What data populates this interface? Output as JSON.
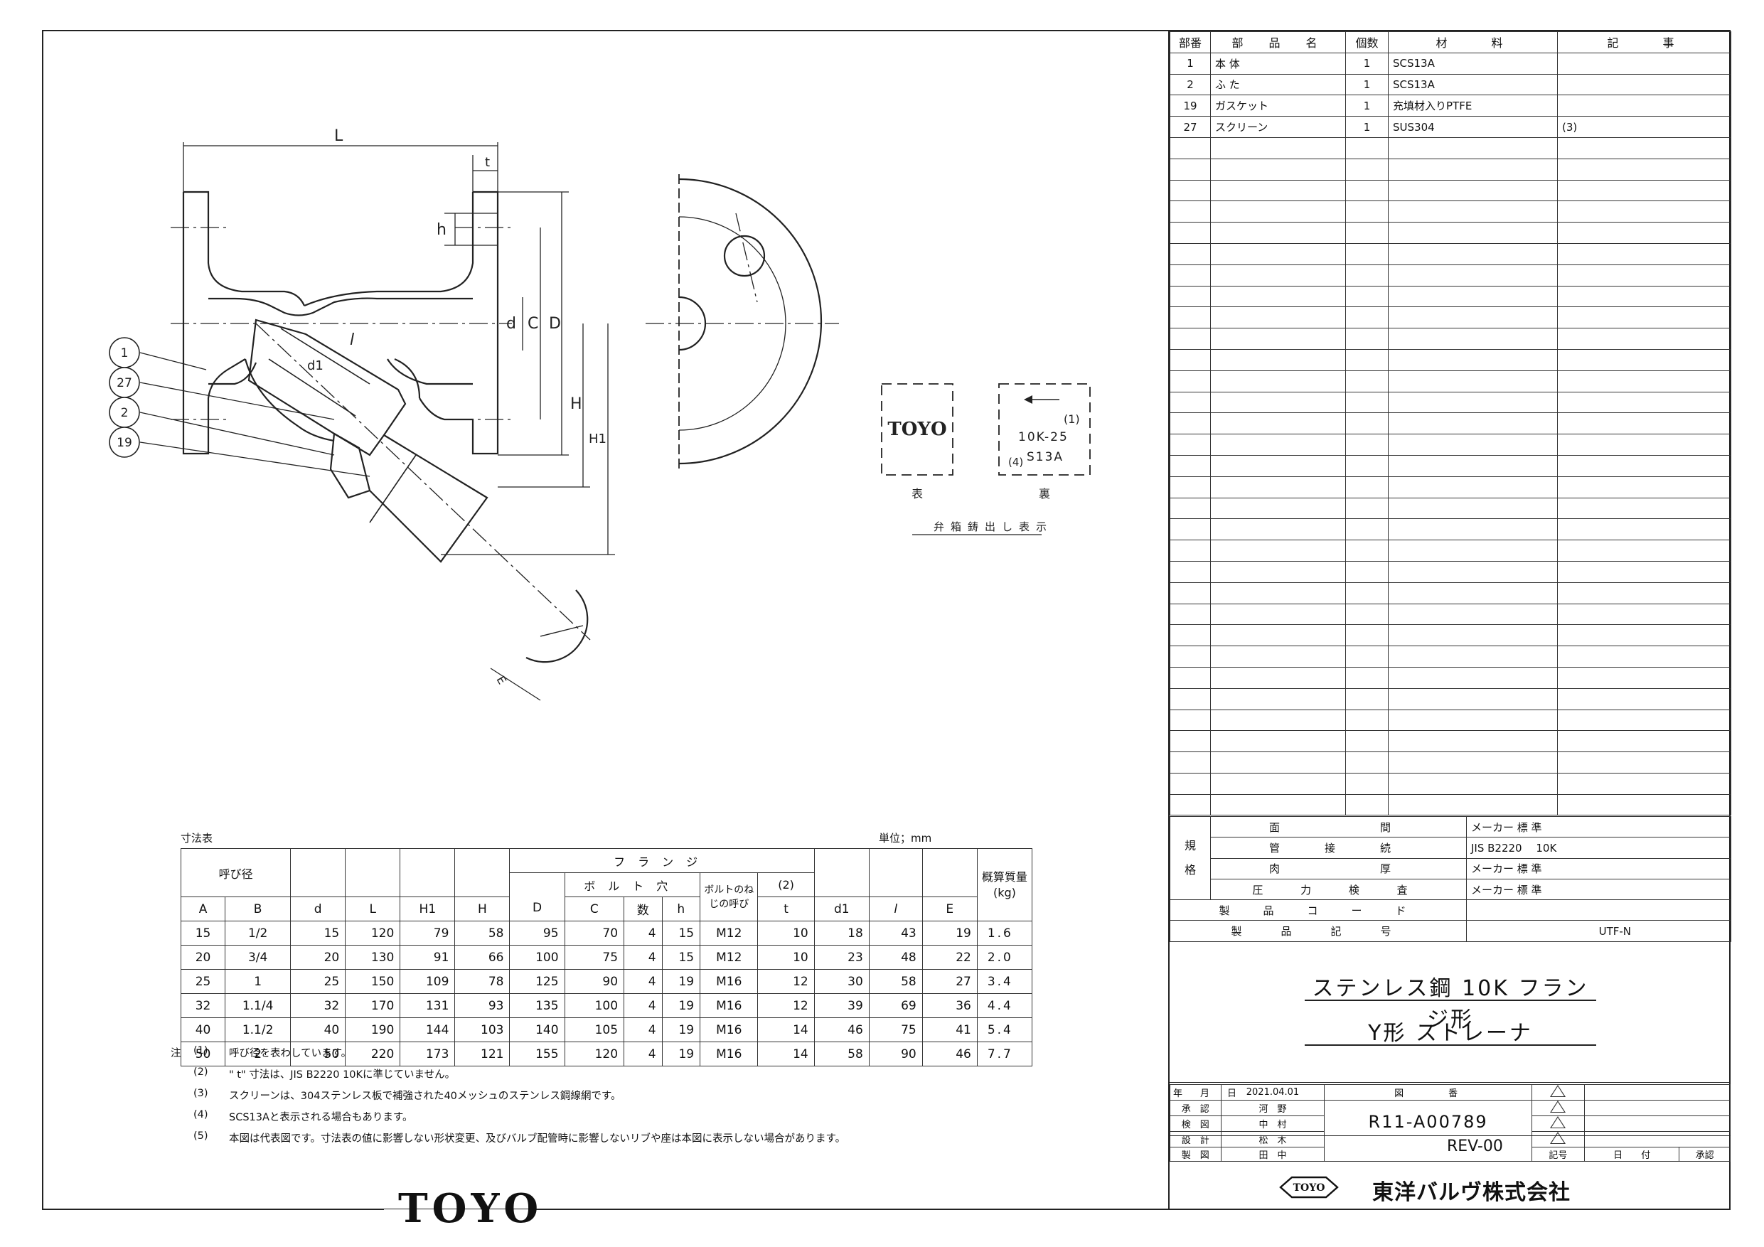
{
  "parts_list": {
    "headers": [
      "部番",
      "部　品　名",
      "個数",
      "材　　料",
      "記　　事"
    ],
    "rows": [
      {
        "no": "1",
        "name": "本 体",
        "qty": "1",
        "material": "SCS13A",
        "note": ""
      },
      {
        "no": "2",
        "name": "ふ た",
        "qty": "1",
        "material": "SCS13A",
        "note": ""
      },
      {
        "no": "19",
        "name": "ガスケット",
        "qty": "1",
        "material": "充填材入りPTFE",
        "note": ""
      },
      {
        "no": "27",
        "name": "スクリーン",
        "qty": "1",
        "material": "SUS304",
        "note": "(3)"
      }
    ],
    "empty_rows": 32
  },
  "spec": {
    "group_label": "規格",
    "rows": [
      {
        "label": "面　　　間",
        "value": "メーカー 標 準"
      },
      {
        "label": "管　接　続",
        "value": "JIS B2220　 10K"
      },
      {
        "label": "肉　　　厚",
        "value": "メーカー 標 準"
      },
      {
        "label": "圧 力 検 査",
        "value": "メーカー 標 準"
      }
    ],
    "product_code_label": "製　品　コ　ー　ド",
    "product_code": "",
    "product_symbol_label": "製　品　記　号",
    "product_symbol": "UTF-N"
  },
  "title": {
    "line1": "ステンレス鋼 10K フランジ形",
    "line2": "Y形 ストレーナ"
  },
  "title_block": {
    "date_label": "年　月　日",
    "date": "2021.04.01",
    "drawing_no_label": "図　　　番",
    "drawing_no": "R11-A00789",
    "revision": "REV-00",
    "roles": [
      {
        "role": "承　認",
        "name": "河　野"
      },
      {
        "role": "検　図",
        "name": "中　村"
      },
      {
        "role": "設　計",
        "name": "松　木"
      },
      {
        "role": "製　図",
        "name": "田　中"
      }
    ],
    "rev_headers": [
      "記号",
      "日　　付",
      "承認"
    ],
    "company": "東洋バルヴ株式会社",
    "logo_small": "TOYO"
  },
  "drawing": {
    "dim_labels": [
      "L",
      "t",
      "h",
      "d",
      "C",
      "D",
      "H",
      "H1",
      "d1",
      "l",
      "E"
    ],
    "balloons": [
      "1",
      "27",
      "2",
      "19"
    ],
    "marking": {
      "front_text": "TOYO",
      "front_label": "表",
      "back_arrow_note": "(1)",
      "back_line1": "10K-25",
      "back_line2": "S13A",
      "back_note": "(4)",
      "back_label": "裏",
      "caption": "弁箱鋳出し表示"
    }
  },
  "dim_table": {
    "title": "寸法表",
    "unit": "単位；mm",
    "h_nominal": "呼び径",
    "h_flange": "フランジ",
    "h_bolt_hole": "ボルト穴",
    "h_bolt_thread": "ボルトのねじの呼び",
    "h_t_note": "(2)",
    "h_weight": "概算質量(kg)",
    "cols": [
      "A",
      "B",
      "d",
      "L",
      "H1",
      "H",
      "D",
      "C",
      "数",
      "h",
      "",
      "t",
      "d1",
      "l",
      "E"
    ],
    "rows": [
      [
        "15",
        "1/2",
        "15",
        "120",
        "79",
        "58",
        "95",
        "70",
        "4",
        "15",
        "M12",
        "10",
        "18",
        "43",
        "19",
        "1.6"
      ],
      [
        "20",
        "3/4",
        "20",
        "130",
        "91",
        "66",
        "100",
        "75",
        "4",
        "15",
        "M12",
        "10",
        "23",
        "48",
        "22",
        "2.0"
      ],
      [
        "25",
        "1",
        "25",
        "150",
        "109",
        "78",
        "125",
        "90",
        "4",
        "19",
        "M16",
        "12",
        "30",
        "58",
        "27",
        "3.4"
      ],
      [
        "32",
        "1.1/4",
        "32",
        "170",
        "131",
        "93",
        "135",
        "100",
        "4",
        "19",
        "M16",
        "12",
        "39",
        "69",
        "36",
        "4.4"
      ],
      [
        "40",
        "1.1/2",
        "40",
        "190",
        "144",
        "103",
        "140",
        "105",
        "4",
        "19",
        "M16",
        "14",
        "46",
        "75",
        "41",
        "5.4"
      ],
      [
        "50",
        "2",
        "50",
        "220",
        "173",
        "121",
        "155",
        "120",
        "4",
        "19",
        "M16",
        "14",
        "58",
        "90",
        "46",
        "7.7"
      ]
    ]
  },
  "notes": {
    "prefix": "注",
    "items": [
      {
        "num": "(1)",
        "text": "呼び径を表わしています。"
      },
      {
        "num": "(2)",
        "text": "\" t\" 寸法は、JIS B2220 10Kに準じていません。"
      },
      {
        "num": "(3)",
        "text": "スクリーンは、304ステンレス板で補強された40メッシュのステンレス鋼線網です。"
      },
      {
        "num": "(4)",
        "text": "SCS13Aと表示される場合もあります。"
      },
      {
        "num": "(5)",
        "text": "本図は代表図です。寸法表の値に影響しない形状変更、及びバルブ配管時に影響しないリブや座は本図に表示しない場合があります。"
      }
    ]
  },
  "footer_logo": "TOYO"
}
